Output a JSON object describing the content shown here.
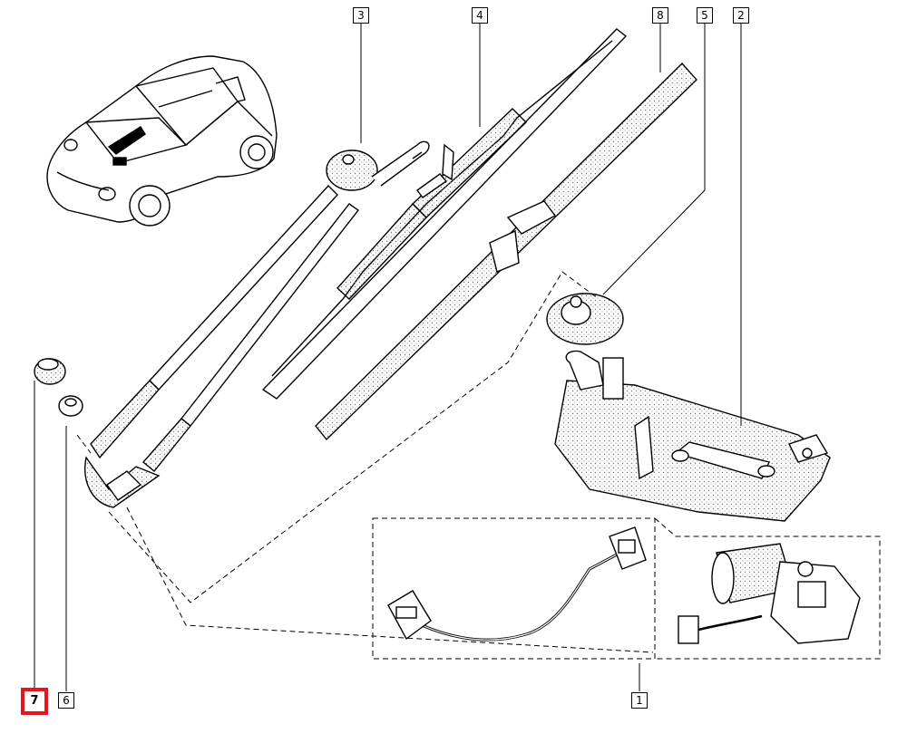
{
  "callouts": {
    "c1": "1",
    "c2": "2",
    "c3": "3",
    "c4": "4",
    "c5": "5",
    "c6": "6",
    "c7": "7",
    "c8": "8"
  },
  "colors": {
    "line": "#000000",
    "selection": "#e8141b",
    "stipple": "#777777"
  }
}
